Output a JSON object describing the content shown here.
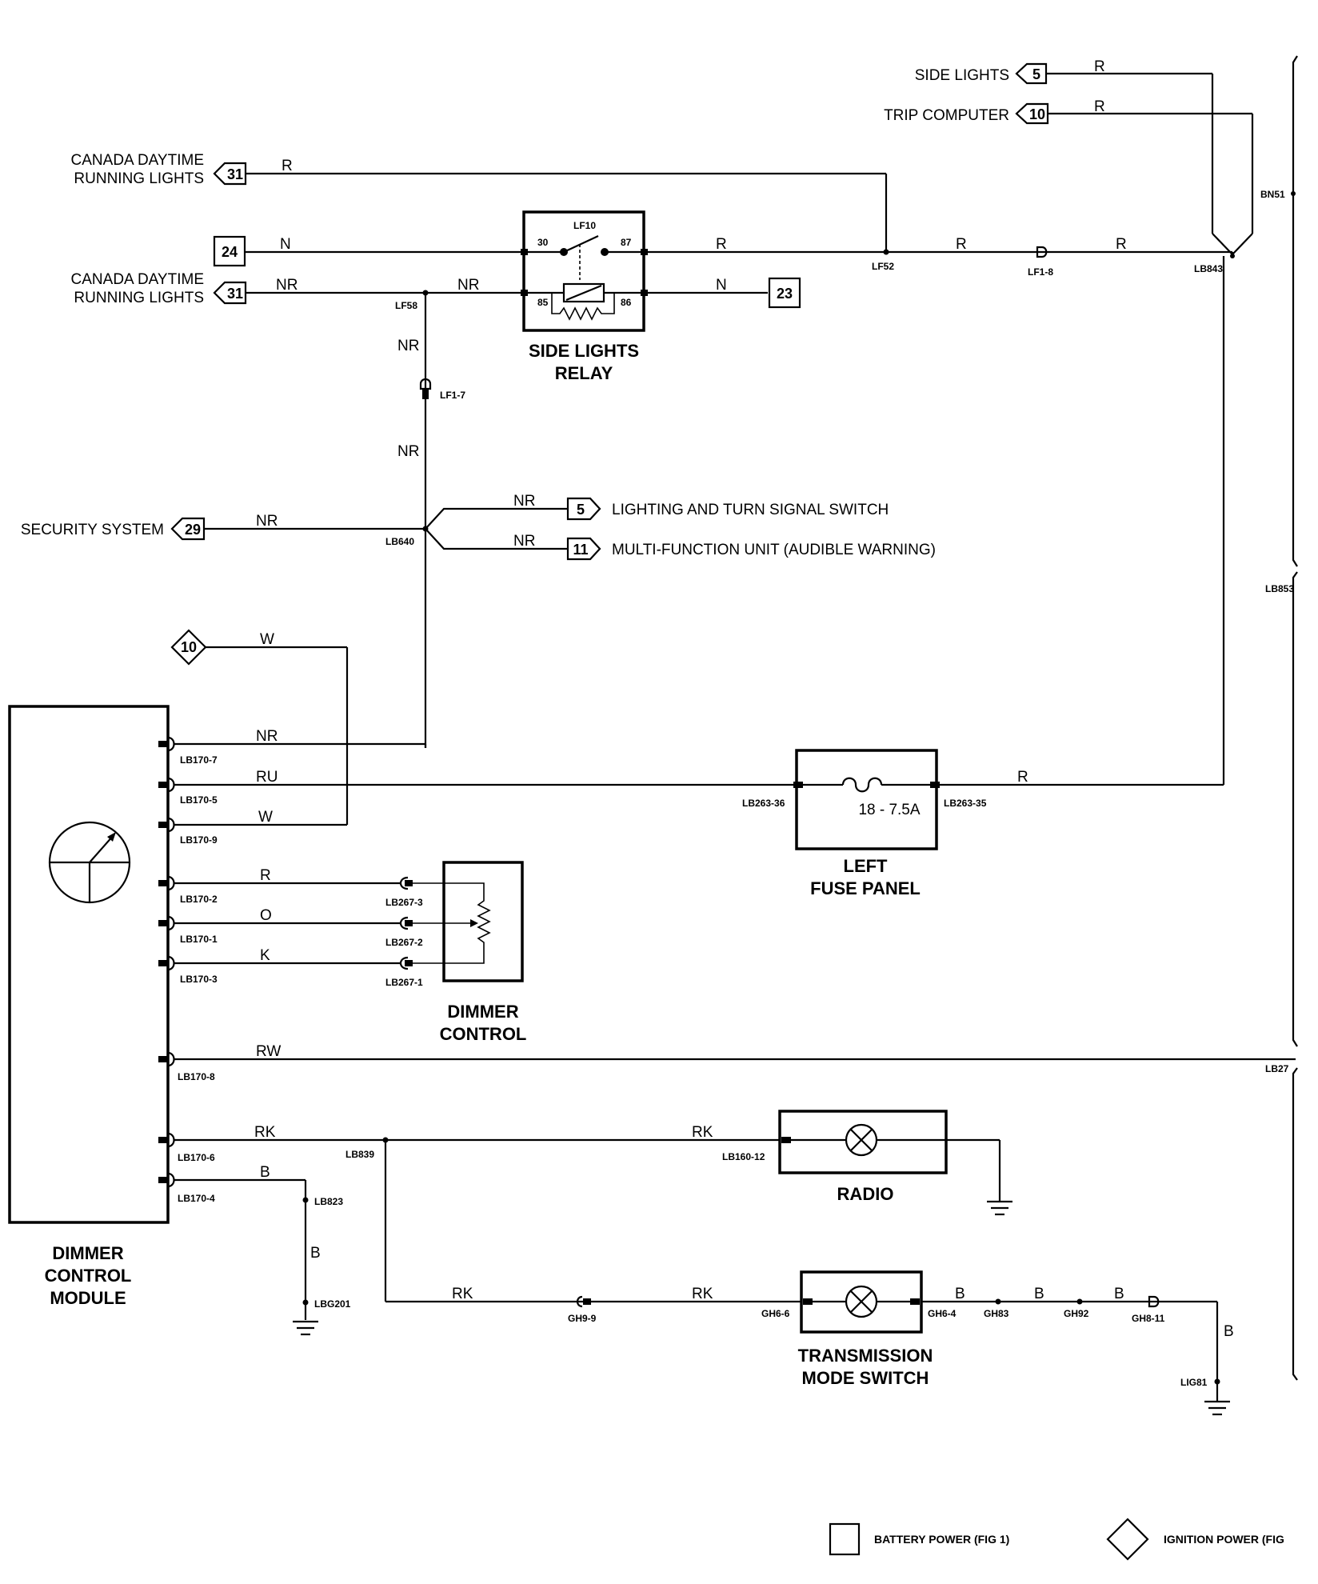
{
  "connectors": {
    "side_lights": {
      "label": "SIDE LIGHTS",
      "num": "5",
      "wire": "R"
    },
    "trip_computer": {
      "label": "TRIP COMPUTER",
      "num": "10",
      "wire": "R"
    },
    "canada_drl_1": {
      "label_line1": "CANADA DAYTIME",
      "label_line2": "RUNNING LIGHTS",
      "num": "31",
      "wire": "R"
    },
    "battery_24": {
      "num": "24",
      "wire": "N"
    },
    "canada_drl_2": {
      "label_line1": "CANADA DAYTIME",
      "label_line2": "RUNNING LIGHTS",
      "num": "31",
      "wire": "NR"
    },
    "security_system": {
      "label": "SECURITY SYSTEM",
      "num": "29",
      "wire": "NR"
    },
    "lighting_switch": {
      "label": "LIGHTING AND TURN SIGNAL SWITCH",
      "num": "5",
      "wire": "NR"
    },
    "multi_function": {
      "label": "MULTI-FUNCTION UNIT (AUDIBLE WARNING)",
      "num": "11",
      "wire": "NR"
    },
    "ignition_10": {
      "num": "10",
      "wire": "W"
    },
    "battery_23": {
      "num": "23",
      "wire": "N"
    }
  },
  "relay": {
    "title_line1": "SIDE LIGHTS",
    "title_line2": "RELAY",
    "id": "LF10",
    "pins": [
      "30",
      "87",
      "85",
      "86"
    ]
  },
  "wires": {
    "nr_left": "NR",
    "nr_relay": "NR",
    "r_relay_out": "R",
    "r_mid": "R",
    "r_right": "R",
    "nr_down1": "NR",
    "nr_down2": "NR",
    "r_fuse": "R"
  },
  "splices": {
    "lf52": "LF52",
    "lf1_8": "LF1-8",
    "lb843": "LB843",
    "lf58": "LF58",
    "lf1_7": "LF1-7",
    "lb640": "LB640",
    "bn51": "BN51",
    "lb853": "LB853",
    "lb27": "LB27",
    "lb839": "LB839",
    "lb823": "LB823",
    "lbg201": "LBG201",
    "gh9_9": "GH9-9",
    "gh6_6": "GH6-6",
    "gh6_4": "GH6-4",
    "gh83": "GH83",
    "gh92": "GH92",
    "gh8_11": "GH8-11",
    "lig81": "LIG81"
  },
  "module": {
    "title_line1": "DIMMER",
    "title_line2": "CONTROL",
    "title_line3": "MODULE",
    "pins": [
      {
        "pin": "LB170-7",
        "wire": "NR"
      },
      {
        "pin": "LB170-5",
        "wire": "RU"
      },
      {
        "pin": "LB170-9",
        "wire": "W"
      },
      {
        "pin": "LB170-2",
        "wire": "R"
      },
      {
        "pin": "LB170-1",
        "wire": "O"
      },
      {
        "pin": "LB170-3",
        "wire": "K"
      },
      {
        "pin": "LB170-8",
        "wire": "RW"
      },
      {
        "pin": "LB170-6",
        "wire": "RK"
      },
      {
        "pin": "LB170-4",
        "wire": "B"
      }
    ]
  },
  "fuse_panel": {
    "title_line1": "LEFT",
    "title_line2": "FUSE PANEL",
    "fuse": "18 - 7.5A",
    "pin_left": "LB263-36",
    "pin_right": "LB263-35"
  },
  "dimmer_control": {
    "title_line1": "DIMMER",
    "title_line2": "CONTROL",
    "pins": [
      "LB267-3",
      "LB267-2",
      "LB267-1"
    ]
  },
  "radio": {
    "title": "RADIO",
    "pin": "LB160-12",
    "wire_in": "RK"
  },
  "transmission": {
    "title_line1": "TRANSMISSION",
    "title_line2": "MODE SWITCH",
    "wire_in1": "RK",
    "wire_in2": "RK",
    "wire_out": "B",
    "wire_b2": "B",
    "wire_b3": "B",
    "wire_b4": "B"
  },
  "ground_wire": "B",
  "legend": {
    "battery": "BATTERY POWER (FIG 1)",
    "ignition": "IGNITION POWER (FIG"
  }
}
